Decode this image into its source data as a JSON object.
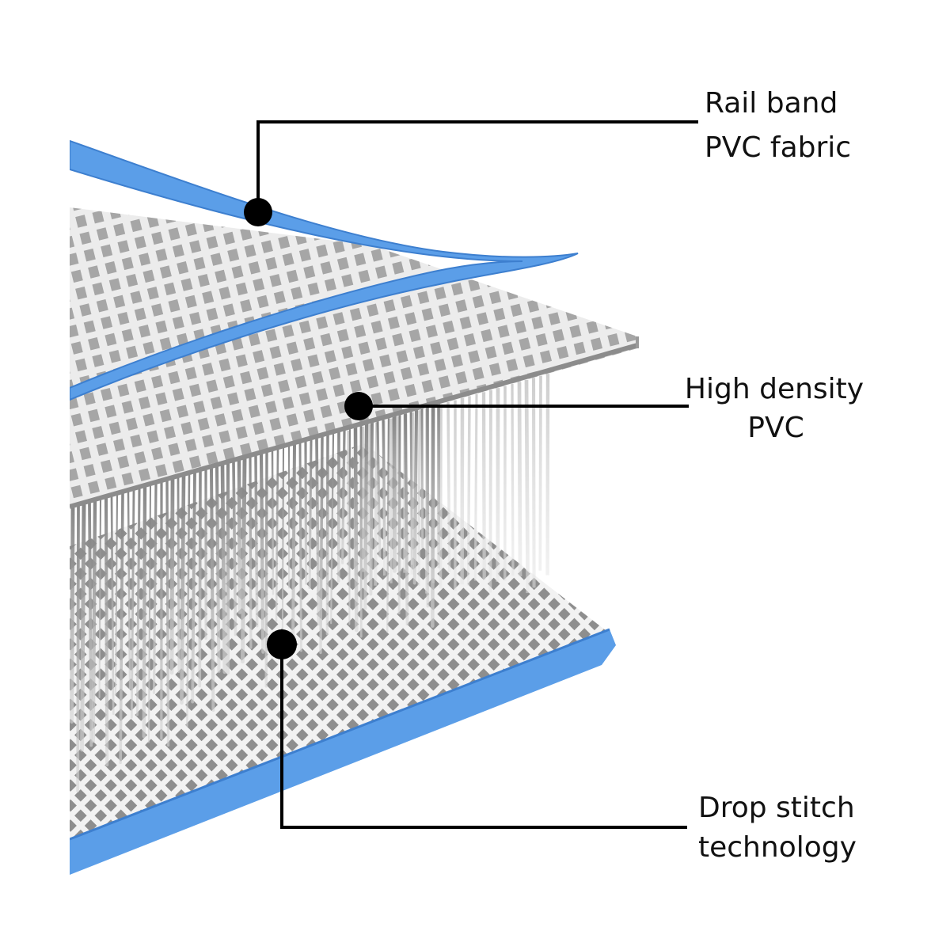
{
  "colors": {
    "background": "#ffffff",
    "rail_blue": "#5b9ee8",
    "rail_blue_dark": "#3d7fcf",
    "fabric_light": "#e6e6e6",
    "fabric_mesh": "#9c9c9c",
    "fabric_edge": "#8a8a8a",
    "stitch_fiber": "#a7a7a7",
    "stitch_fiber_dark": "#6e6e6e",
    "leader_line": "#000000",
    "label_text": "#111111"
  },
  "callouts": [
    {
      "id": "rail-band",
      "lines": [
        "Rail band",
        "PVC fabric"
      ]
    },
    {
      "id": "high-density",
      "lines": [
        "High density",
        "PVC"
      ]
    },
    {
      "id": "drop-stitch",
      "lines": [
        "Drop stitch",
        "technology"
      ]
    }
  ],
  "icons": {
    "marker": "filled-circle-marker"
  }
}
